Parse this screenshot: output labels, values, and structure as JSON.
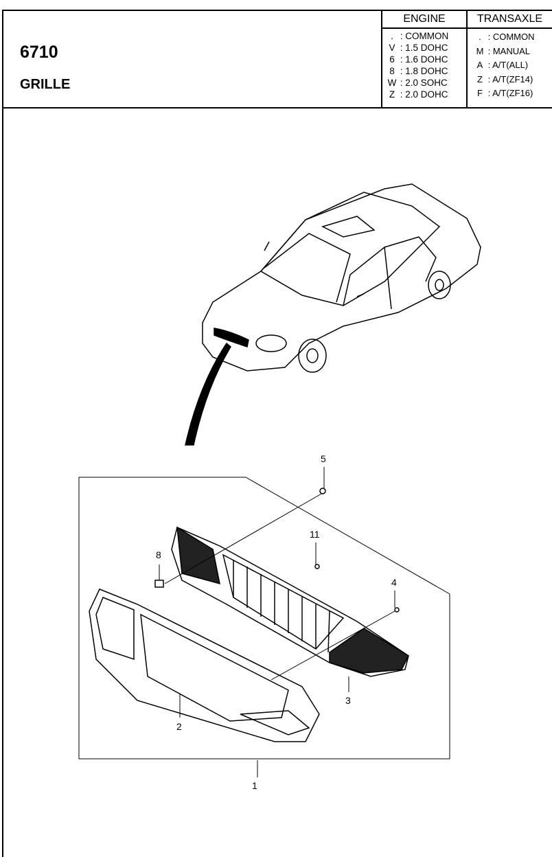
{
  "header": {
    "code": "6710",
    "title": "GRILLE"
  },
  "engine": {
    "label": "ENGINE",
    "items": [
      {
        "key": ".",
        "value": "COMMON"
      },
      {
        "key": "V",
        "value": "1.5 DOHC"
      },
      {
        "key": "6",
        "value": "1.6 DOHC"
      },
      {
        "key": "8",
        "value": "1.8 DOHC"
      },
      {
        "key": "W",
        "value": "2.0 SOHC"
      },
      {
        "key": "Z",
        "value": "2.0 DOHC"
      }
    ]
  },
  "transaxle": {
    "label": "TRANSAXLE",
    "items": [
      {
        "key": ".",
        "value": "COMMON"
      },
      {
        "key": "M",
        "value": "MANUAL"
      },
      {
        "key": "A",
        "value": "A/T(ALL)"
      },
      {
        "key": "Z",
        "value": "A/T(ZF14)"
      },
      {
        "key": "F",
        "value": "A/T(ZF16)"
      }
    ]
  },
  "callouts": {
    "c1": "1",
    "c2": "2",
    "c3": "3",
    "c4": "4",
    "c5": "5",
    "c8": "8",
    "c11": "11"
  }
}
